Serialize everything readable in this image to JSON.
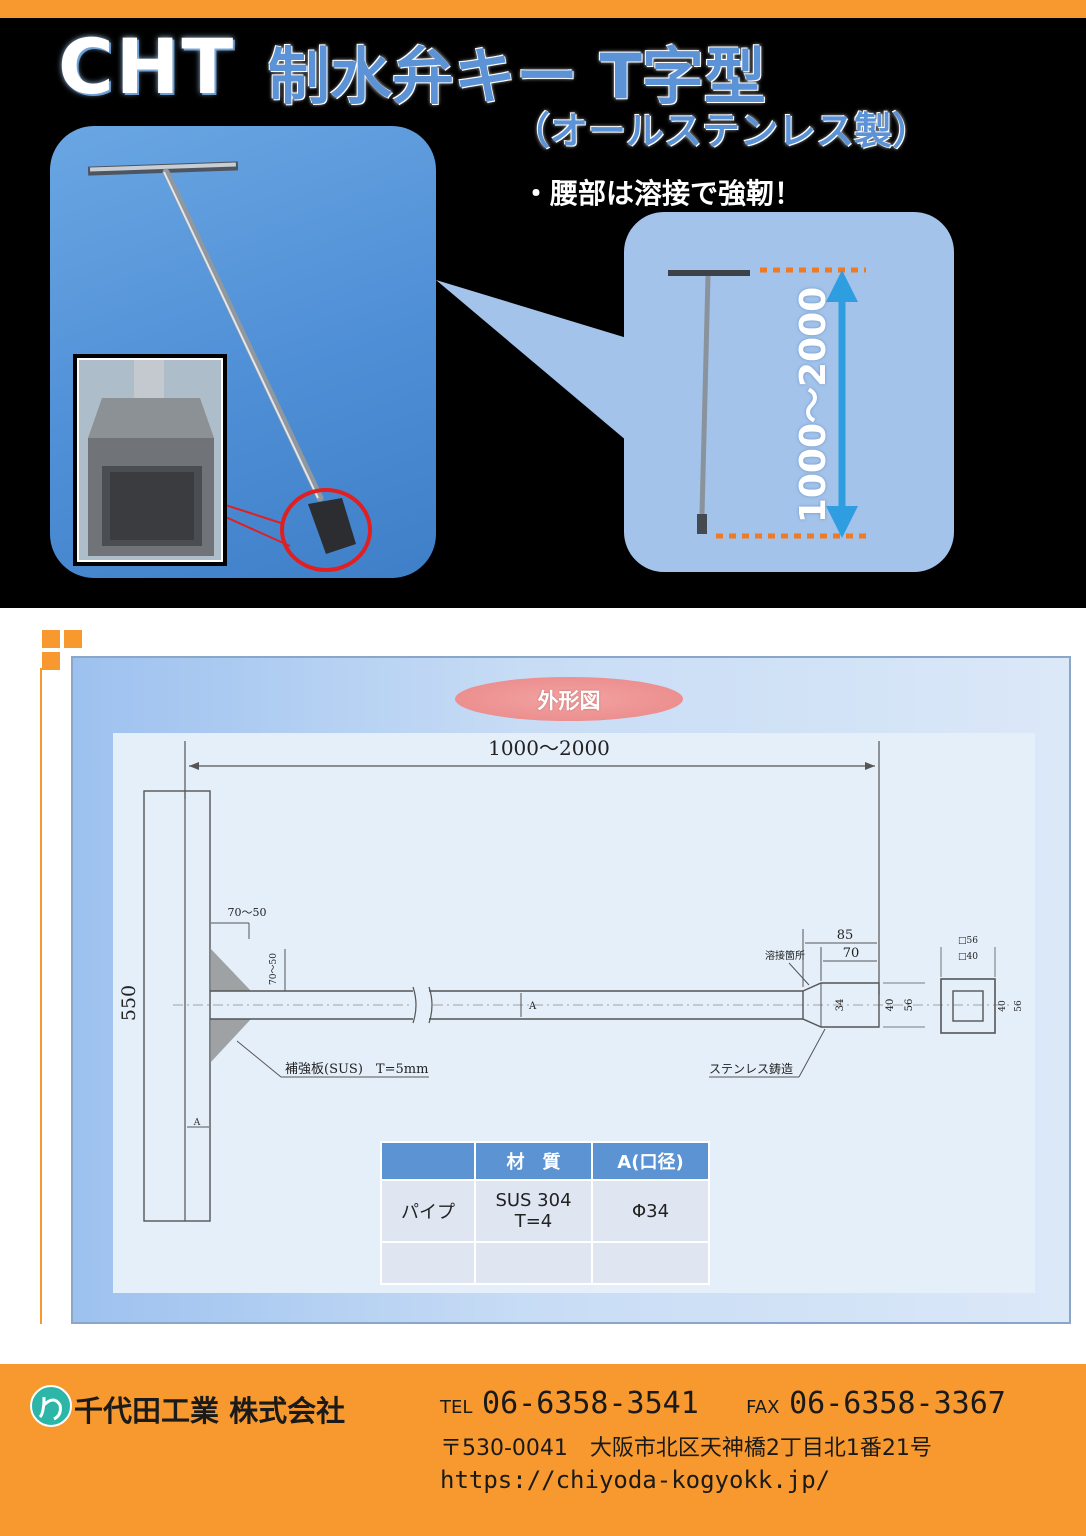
{
  "header": {
    "brand": "CHT",
    "title": "制水弁キー T字型",
    "subtitle": "（オールステンレス製）",
    "feature": "・腰部は溶接で強靭！",
    "length_label": "1000～2000"
  },
  "drawing": {
    "section_label": "外形図",
    "overall_length": "1000～2000",
    "handle_length": "550",
    "dim_70_50_h": "70～50",
    "dim_70_50_v": "70～50",
    "dim_85": "85",
    "dim_70": "70",
    "weld_label": "溶接箇所",
    "rib_label": "補強板(SUS)　T=5mm",
    "casting_label": "ステンレス鋳造",
    "pipe_dim": "A",
    "socket_34": "34",
    "socket_40": "40",
    "socket_56": "56",
    "end_sq56": "□56",
    "end_sq40": "□40",
    "end_40": "40",
    "end_56": "56"
  },
  "table": {
    "headers": [
      "",
      "材　質",
      "A(口径)"
    ],
    "rows": [
      [
        "パイプ",
        "SUS 304",
        "T=4",
        "Φ34"
      ]
    ]
  },
  "footer": {
    "company": "千代田工業 株式会社",
    "tel_label": "TEL",
    "tel": "06-6358-3541",
    "fax_label": "FAX",
    "fax": "06-6358-3367",
    "address": "〒530-0041　大阪市北区天神橋2丁目北1番21号",
    "url": "https://chiyoda-kogyokk.jp/"
  },
  "colors": {
    "accent": "#f7992e",
    "title_blue": "#5c93d6",
    "arrow_blue": "#2f9ee0",
    "table_header": "#5b93d3"
  }
}
